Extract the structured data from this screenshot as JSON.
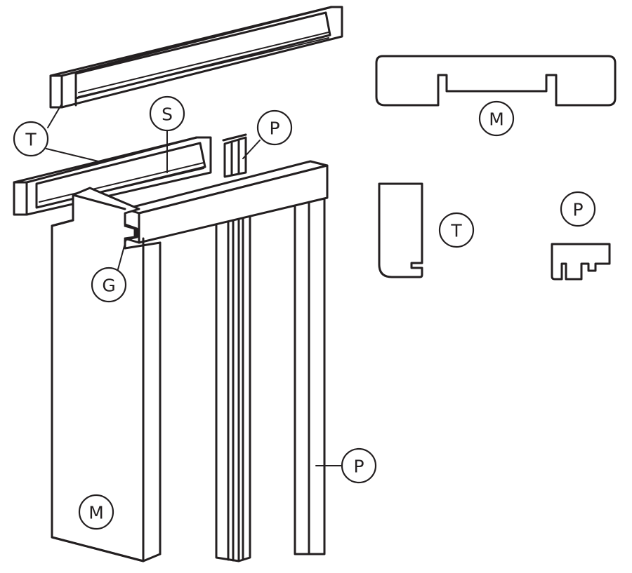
{
  "callouts": {
    "t_top": "T",
    "s": "S",
    "p_top": "P",
    "g": "G",
    "m_front": "M",
    "p_right": "P",
    "m_section": "M",
    "t_section": "T",
    "p_section": "P"
  },
  "colors": {
    "line": "#231f20",
    "background": "#ffffff"
  }
}
